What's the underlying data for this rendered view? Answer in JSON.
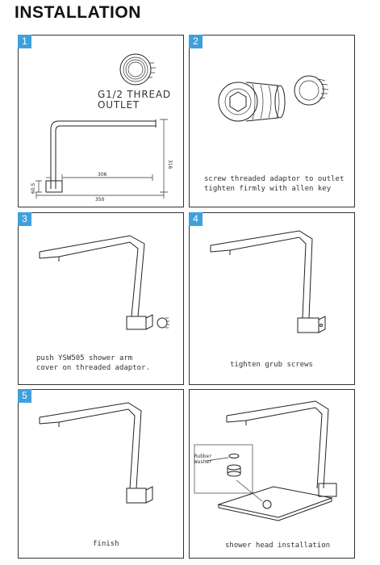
{
  "title": "INSTALLATION",
  "panels": [
    {
      "number": "1",
      "outlet_label_line1": "G1/2 THREAD",
      "outlet_label_line2": "OUTLET",
      "dims": {
        "width_arm": "306",
        "width_total": "350",
        "height": "316",
        "base": "60.5"
      }
    },
    {
      "number": "2",
      "caption_line1": "screw threaded adaptor to outlet",
      "caption_line2": "tighten firmly with allen key"
    },
    {
      "number": "3",
      "caption_line1": "push YSW505 shower arm",
      "caption_line2": "cover on threaded adaptor."
    },
    {
      "number": "4",
      "caption_line1": "tighten grub screws"
    },
    {
      "number": "5",
      "caption_line1": "finish"
    },
    {
      "number": "",
      "caption_line1": "shower head installation",
      "rubber_washer_line1": "Rubber",
      "rubber_washer_line2": "Washer"
    }
  ],
  "colors": {
    "badge": "#3ea0dc",
    "border": "#333333"
  }
}
